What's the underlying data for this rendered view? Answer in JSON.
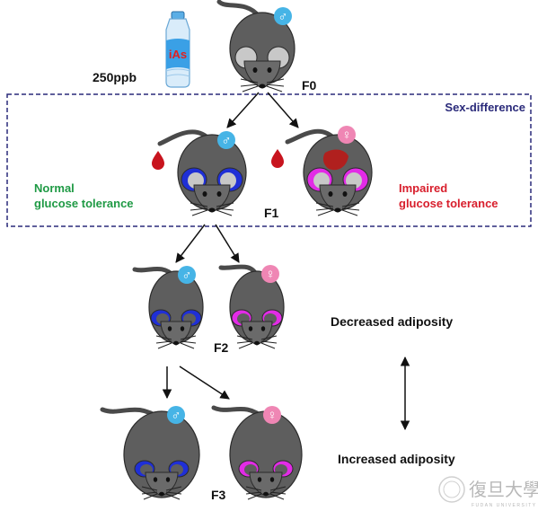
{
  "exposure": {
    "bottle_label": "iAs",
    "dose": "250ppb"
  },
  "generations": {
    "f0": "F0",
    "f1": "F1",
    "f2": "F2",
    "f3": "F3"
  },
  "box": {
    "title": "Sex-difference"
  },
  "phenotypes": {
    "male_f1_line1": "Normal",
    "male_f1_line2": "glucose tolerance",
    "female_f1_line1": "Impaired",
    "female_f1_line2": "glucose tolerance",
    "f2": "Decreased adiposity",
    "f3": "Increased adiposity"
  },
  "symbols": {
    "male": "♂",
    "female": "♀"
  },
  "watermark": {
    "text": "FUDAN UNIVERSITY",
    "chinese": "復旦大學"
  },
  "colors": {
    "mouse_body": "#5e5e5e",
    "male_badge": "#46b4e6",
    "female_badge": "#ef86b4",
    "green_text": "#1f9a45",
    "red_text": "#d81e2c",
    "box_border": "#2a2a7a",
    "box_title": "#2a2a7a",
    "male_ear_inner": "#1f2fd6",
    "female_ear_inner": "#e22be6",
    "blood": "#c8141e"
  }
}
